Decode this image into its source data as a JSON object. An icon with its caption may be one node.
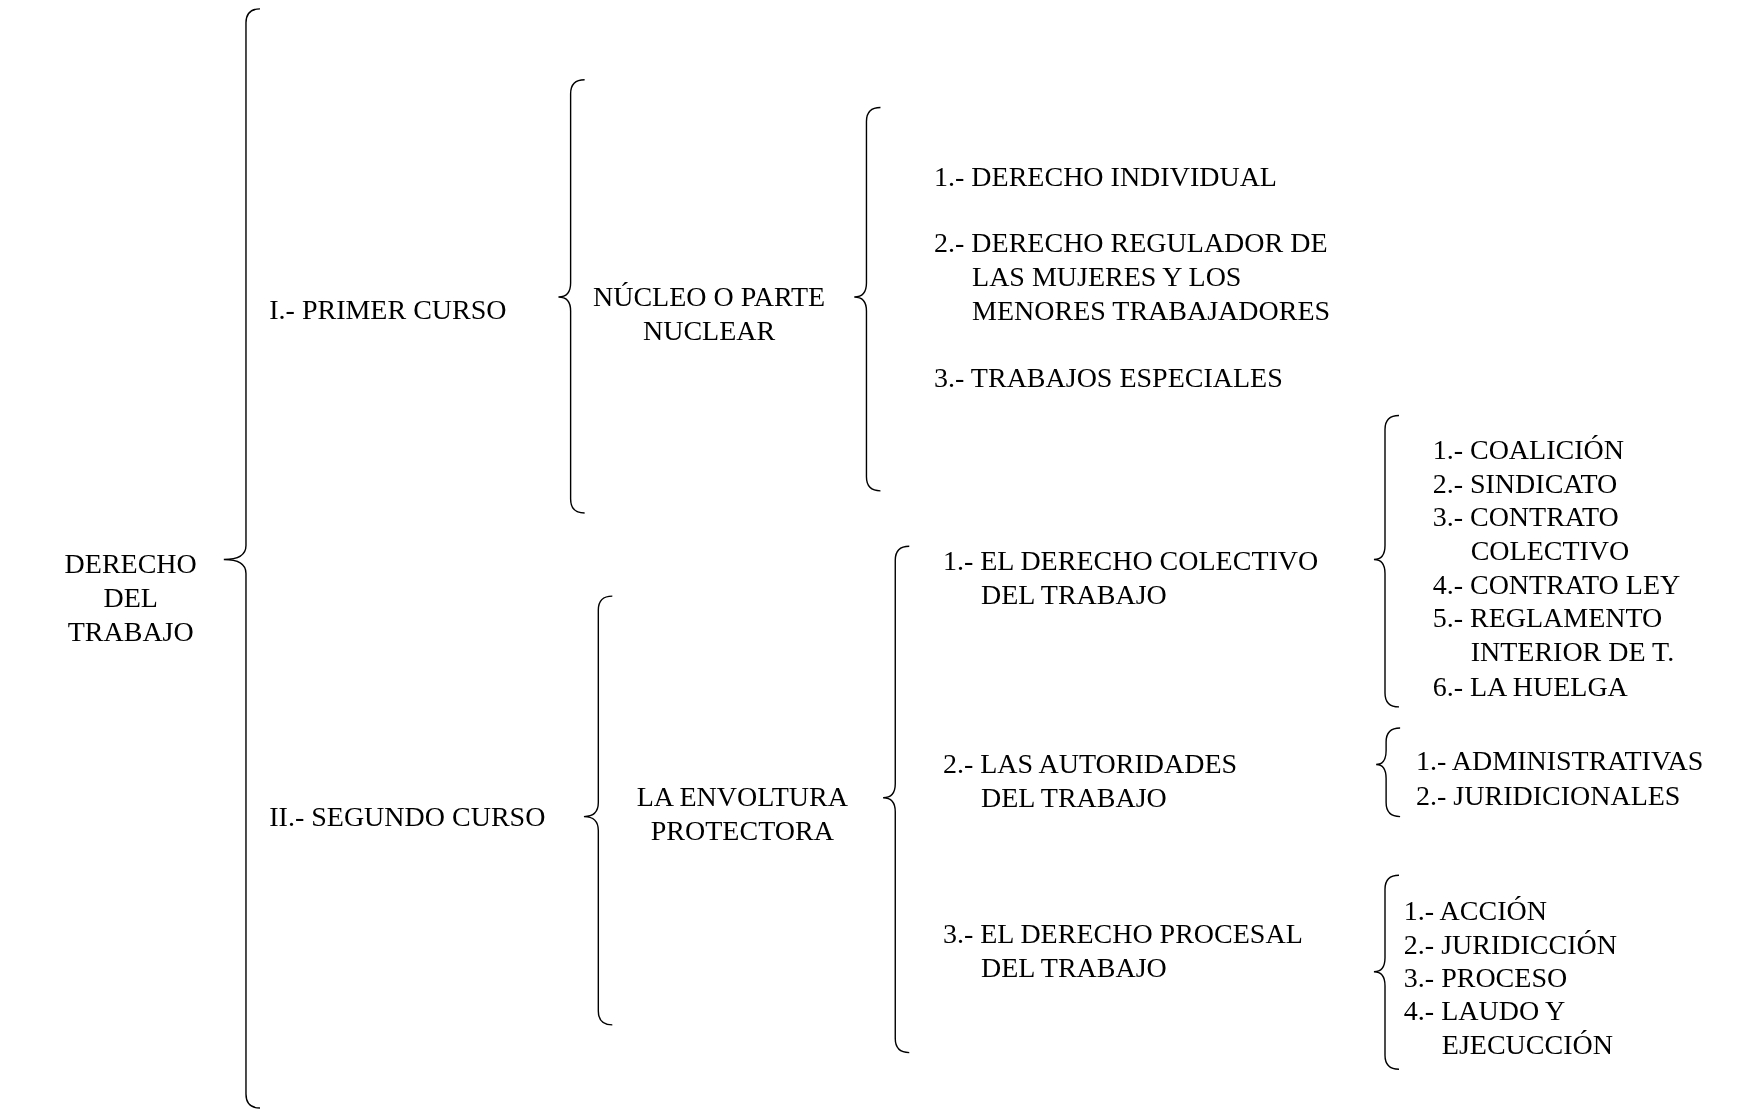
{
  "diagram": {
    "nodes": [
      {
        "text": [
          "DERECHO DEL TRABAJO"
        ]
      },
      {
        "text": [
          "I.- PRIMER CURSO"
        ]
      },
      {
        "text": [
          "NÚCLEO O PARTE NUCLEAR"
        ]
      },
      {
        "text": [
          "1.- DERECHO INDIVIDUAL"
        ]
      },
      {
        "text": [
          "2.- DERECHO REGULADOR DE LAS MUJERES Y LOS MENORES TRABAJADORES"
        ]
      },
      {
        "text": [
          "3.- TRABAJOS ESPECIALES"
        ]
      },
      {
        "text": [
          "II.- SEGUNDO CURSO"
        ]
      },
      {
        "text": [
          "LA ENVOLTURA PROTECTORA"
        ]
      },
      {
        "text": [
          "1.- EL DERECHO COLECTIVO DEL TRABAJO"
        ]
      },
      {
        "text": [
          "1.- COALICIÓN"
        ]
      },
      {
        "text": [
          "2.- SINDICATO"
        ]
      },
      {
        "text": [
          "3.- CONTRATO COLECTIVO"
        ]
      },
      {
        "text": [
          "4.- CONTRATO LEY"
        ]
      },
      {
        "text": [
          "5.- REGLAMENTO INTERIOR DE T."
        ]
      },
      {
        "text": [
          "6.- LA HUELGA"
        ]
      },
      {
        "text": [
          "2.- LAS AUTORIDADES DEL TRABAJO"
        ]
      },
      {
        "text": [
          "1.- ADMINISTRATIVAS"
        ]
      },
      {
        "text": [
          "2.- JURIDICIONALES"
        ]
      },
      {
        "text": [
          "3.- EL DERECHO PROCESAL DEL TRABAJO"
        ]
      },
      {
        "text": [
          "1.- ACCIÓN"
        ]
      },
      {
        "text": [
          "2.- JURIDICCIÓN"
        ]
      },
      {
        "text": [
          "3.- PROCESO"
        ]
      },
      {
        "text": [
          "4.- LAUDO Y EJECUCCIÓN"
        ]
      }
    ]
  }
}
